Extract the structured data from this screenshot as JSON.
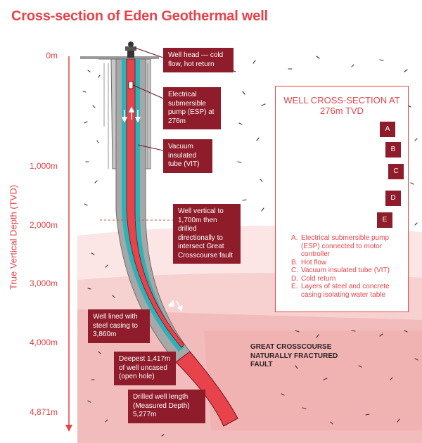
{
  "title": "Cross-section of Eden Geothermal well",
  "axis": {
    "title": "True Vertical Depth (TVD)",
    "ticks": [
      "0m",
      "1,000m",
      "2,000m",
      "3,000m",
      "4,000m",
      "4,871m"
    ]
  },
  "callouts": {
    "well_head": "Well head — cold flow, hot return",
    "esp": "Electrical submersible pump (ESP) at 276m",
    "vit": "Vacuum insulated tube (VIT)",
    "vertical": "Well vertical to 1,700m then drilled directionally to intersect Great Crosscourse fault",
    "lined": "Well lined with steel casing to 3,860m",
    "uncased": "Deepest 1,417m of well uncased (open hole)",
    "length": "Drilled well length (Measured Depth) 5,277m"
  },
  "fault_label": "GREAT CROSSCOURSE NATURALLY FRACTURED FAULT",
  "inset": {
    "title": "WELL CROSS-SECTION AT 276m TVD",
    "letters": [
      "A",
      "B",
      "C",
      "D",
      "E"
    ],
    "legend": [
      {
        "key": "A.",
        "text": "Electrical submersible pump (ESP) connected to motor controller"
      },
      {
        "key": "B.",
        "text": "Hot flow"
      },
      {
        "key": "C.",
        "text": "Vacuum insulated tube (VIT)"
      },
      {
        "key": "D.",
        "text": "Cold return"
      },
      {
        "key": "E.",
        "text": "Layers of steel and concrete casing isolating water table"
      }
    ]
  },
  "colors": {
    "accent": "#e8434a",
    "callout_bg": "#8e1c2b",
    "hot": "#e8434a",
    "cold": "#2ab3b8",
    "casing": "#9a9a9a",
    "rock_light": "#fbe3e3",
    "rock_mid": "#f6caca",
    "rock_dark": "#f1b3b3"
  }
}
